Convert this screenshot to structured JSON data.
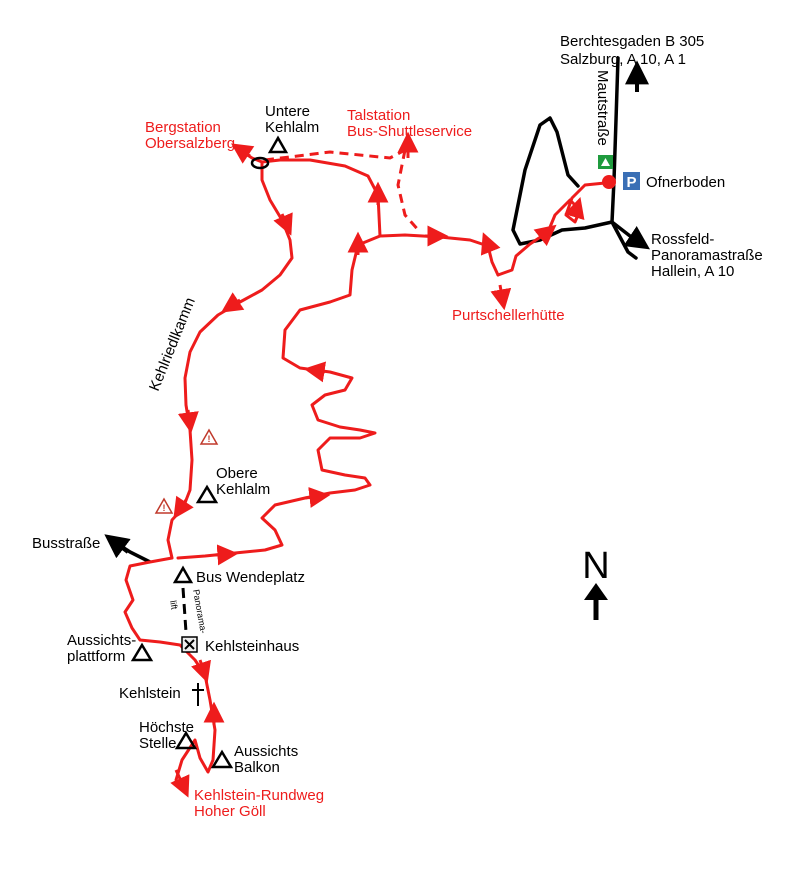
{
  "colors": {
    "route": "#ee1c1c",
    "road": "#000000",
    "parking": "#3a6fb5",
    "bus_stop": "#1f9b3e",
    "warning": "#c0392b"
  },
  "labels": {
    "berchtesgaden": "Berchtesgaden B 305",
    "salzburg": "Salzburg, A 10, A 1",
    "mautstrasse": "Mautstraße",
    "ofnerboden": "Ofnerboden",
    "parking_letter": "P",
    "rossfeld_1": "Rossfeld-",
    "rossfeld_2": "Panoramastraße",
    "hallein": "Hallein, A 10",
    "talstation_1": "Talstation",
    "talstation_2": "Bus-Shuttleservice",
    "untere_1": "Untere",
    "untere_2": "Kehlalm",
    "bergstation_1": "Bergstation",
    "bergstation_2": "Obersalzberg",
    "purtscheller": "Purtschellerhütte",
    "kehlriedl": "Kehlriedlkamm",
    "obere_1": "Obere",
    "obere_2": "Kehlalm",
    "busstrasse": "Busstraße",
    "bus_wendeplatz": "Bus Wendeplatz",
    "panoramalift_1": "Panorama-",
    "panoramalift_2": "lift",
    "aussicht_1": "Aussichts-",
    "aussicht_2": "plattform",
    "kehlsteinhaus": "Kehlsteinhaus",
    "kehlstein": "Kehlstein",
    "hoechste_1": "Höchste",
    "hoechste_2": "Stelle",
    "balkon_1": "Aussichts",
    "balkon_2": "Balkon",
    "rundweg_1": "Kehlstein-Rundweg",
    "rundweg_2": "Hoher Göll",
    "north": "N"
  }
}
